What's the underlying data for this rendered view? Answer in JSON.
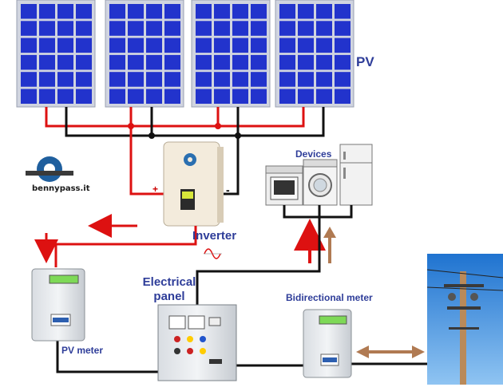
{
  "labels": {
    "pv": "PV",
    "devices": "Devices",
    "inverter": "Inverter",
    "electrical_panel_line1": "Electrical",
    "electrical_panel_line2": "panel",
    "bidirectional_meter": "Bidirectional meter",
    "pv_meter": "PV meter",
    "brand": "bennypass.it",
    "plus": "+",
    "minus": "-"
  },
  "colors": {
    "panel_cell": "#2233cc",
    "panel_frame": "#d0d4e0",
    "positive_wire": "#dd1111",
    "negative_wire": "#111111",
    "label_text": "#2e3d99",
    "grid_arrow": "#b07a52",
    "sky": "#3a8fe0"
  },
  "icons": [
    "gear-wrench-logo-icon",
    "oven-icon",
    "washing-machine-icon",
    "refrigerator-icon",
    "utility-pole-icon",
    "sine-wave-icon"
  ]
}
